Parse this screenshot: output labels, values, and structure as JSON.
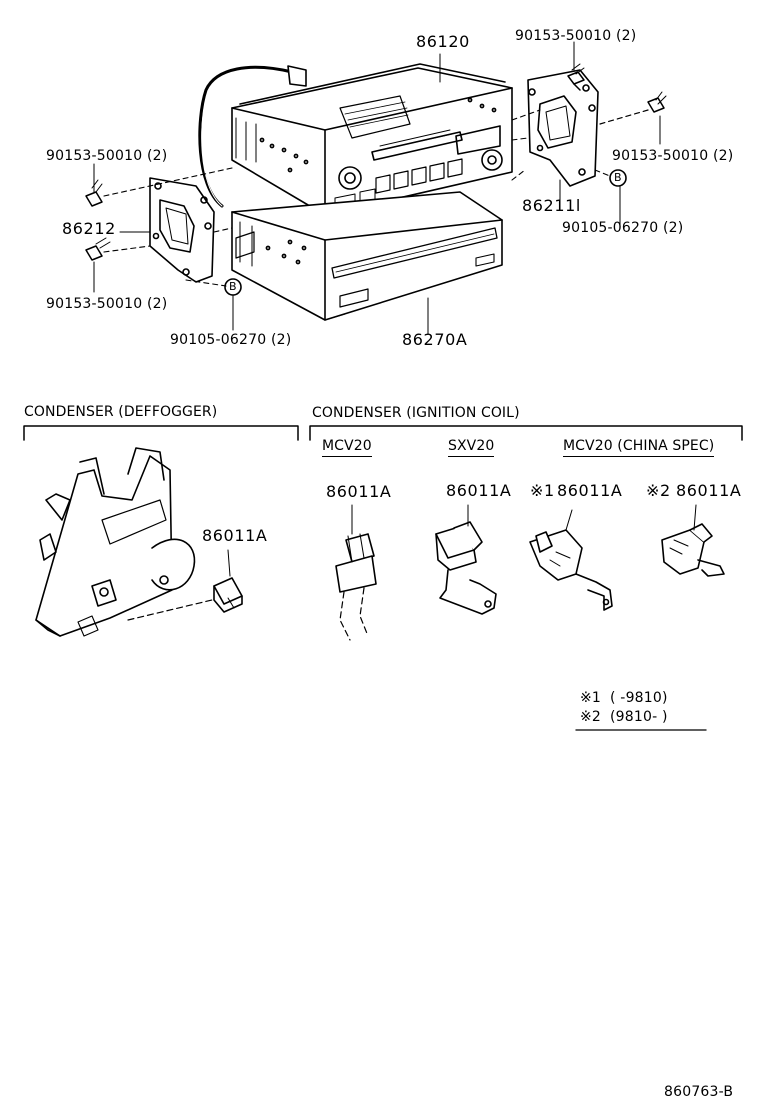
{
  "parts": {
    "p86120": "86120",
    "p90153_tr": "90153-50010 (2)",
    "p90153_rt": "90153-50010 (2)",
    "p90153_lt": "90153-50010 (2)",
    "p90153_lb": "90153-50010 (2)",
    "p86211": "86211l",
    "p90105_r": "90105-06270 (2)",
    "p90105_l": "90105-06270 (2)",
    "p86212": "86212",
    "p86270": "86270A",
    "callout_b": "B"
  },
  "sections": {
    "deffogger_title": "CONDENSER (DEFFOGGER)",
    "ignition_title": "CONDENSER (IGNITION COIL)",
    "mcv20": "MCV20",
    "sxv20": "SXV20",
    "mcv20_china": "MCV20 (CHINA SPEC)"
  },
  "condensers": {
    "deffogger": "86011A",
    "mcv20": "86011A",
    "sxv20": "86011A",
    "china1_mark": "※1",
    "china1": "86011A",
    "china2_mark": "※2",
    "china2": "86011A"
  },
  "notes": {
    "note1_mark": "※1",
    "note1": "(          -9810)",
    "note2_mark": "※2",
    "note2": "(9810-          )"
  },
  "diagram_id": "860763-B",
  "colors": {
    "ink": "#000000",
    "paper": "#ffffff"
  }
}
